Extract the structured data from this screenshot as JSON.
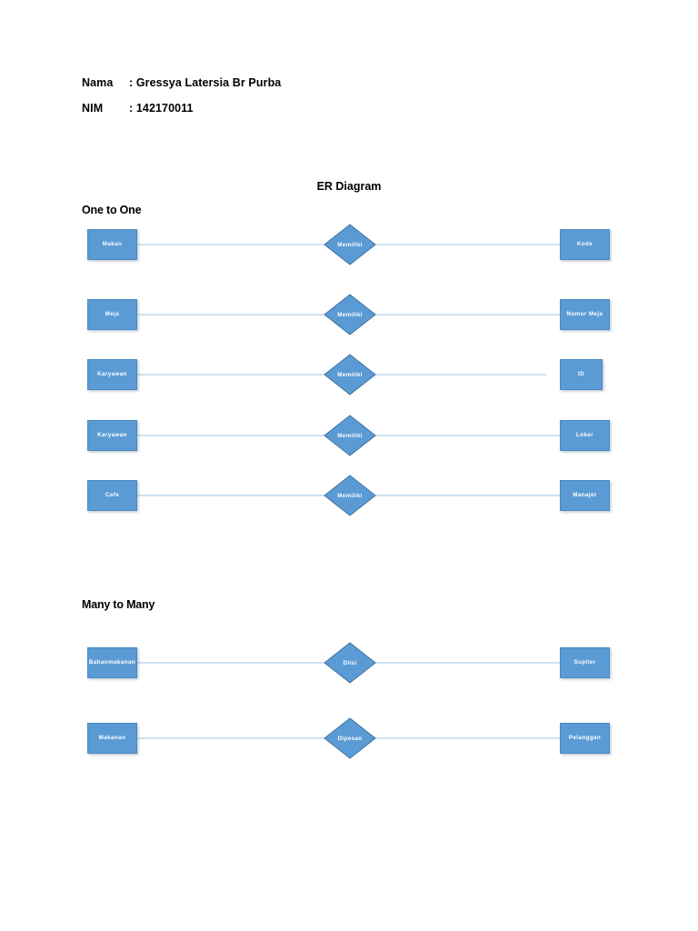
{
  "header": {
    "name_key": "Nama",
    "name_value": ": Gressya Latersia Br Purba",
    "nim_key": "NIM",
    "nim_value": ": 142170011"
  },
  "document": {
    "title": "ER Diagram"
  },
  "sections": [
    {
      "heading": "One to One",
      "relations": [
        {
          "left": "Makan",
          "relationship": "Memiliki",
          "right": "Kode"
        },
        {
          "left": "Meja",
          "relationship": "Memiliki",
          "right": "Nomor Meja"
        },
        {
          "left": "Karyawan",
          "relationship": "Memiliki",
          "right": "ID"
        },
        {
          "left": "Karyawan",
          "relationship": "Memiliki",
          "right": "Loker"
        },
        {
          "left": "Cafe",
          "relationship": "Memiliki",
          "right": "Manajer"
        }
      ]
    },
    {
      "heading": "Many to Many",
      "relations": [
        {
          "left": "Bahan\nmakanan",
          "relationship": "Diisi",
          "right": "Suplier"
        },
        {
          "left": "Makanan",
          "relationship": "Dipesan",
          "right": "Pelanggan"
        }
      ]
    }
  ],
  "colors": {
    "entity_fill": "#5B9BD5",
    "entity_border": "#4A8AC4",
    "connector": "#9CC2E5",
    "label_text": "#FFFFFF",
    "page_background": "#FFFFFF"
  }
}
